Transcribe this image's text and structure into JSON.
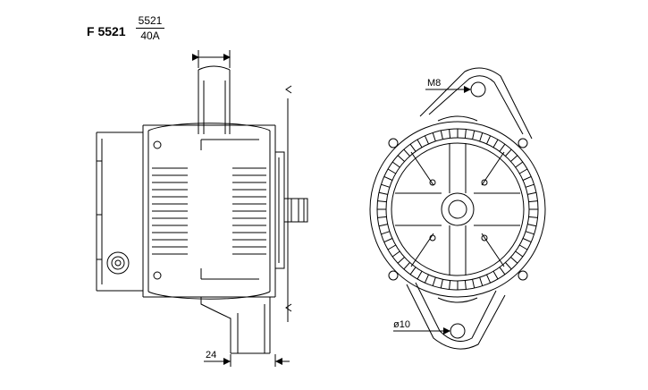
{
  "header": {
    "part_number": "F 5521",
    "fraction_top": "5521",
    "fraction_bottom": "40A"
  },
  "annotations": {
    "bolt_label": "M8",
    "hole_label": "ø10",
    "width_label": "24"
  },
  "colors": {
    "line": "#000000",
    "background": "#ffffff"
  }
}
